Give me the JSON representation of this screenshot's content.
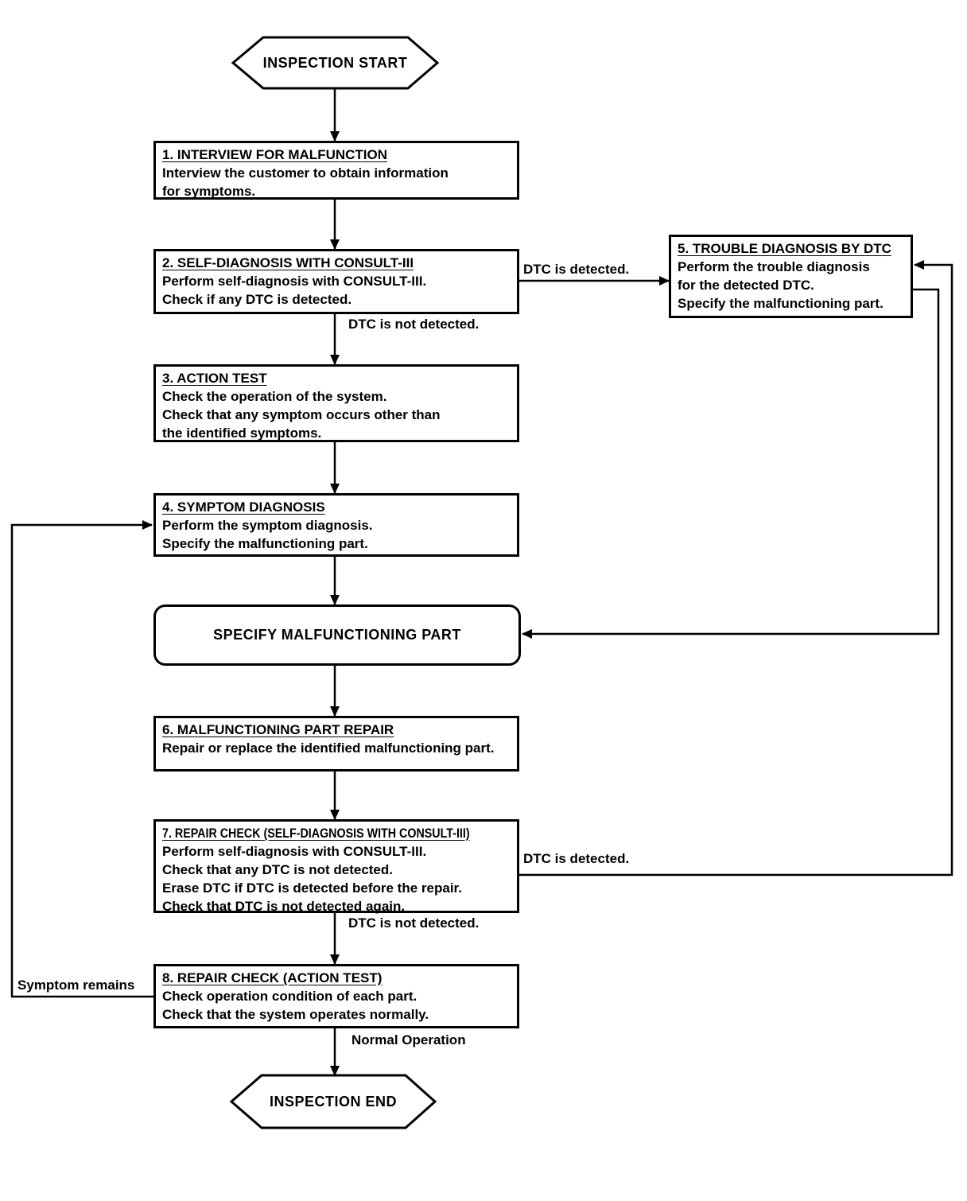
{
  "diagram": {
    "terminators": {
      "start": "INSPECTION START",
      "end": "INSPECTION END"
    },
    "process": {
      "specify": "SPECIFY MALFUNCTIONING PART"
    },
    "steps": [
      {
        "title": "1. INTERVIEW FOR MALFUNCTION",
        "body": "Interview the customer to obtain information\nfor symptoms."
      },
      {
        "title": "2. SELF-DIAGNOSIS WITH CONSULT-III",
        "body": "Perform self-diagnosis with CONSULT-III.\nCheck if any DTC is detected."
      },
      {
        "title": "3. ACTION TEST",
        "body": "Check the operation of the system.\nCheck that any symptom occurs other than\nthe identified symptoms."
      },
      {
        "title": "4. SYMPTOM DIAGNOSIS",
        "body": "Perform the symptom diagnosis.\nSpecify the malfunctioning part."
      },
      {
        "title": "5. TROUBLE DIAGNOSIS BY DTC",
        "body": "Perform the trouble diagnosis\nfor the detected DTC.\nSpecify the malfunctioning part."
      },
      {
        "title": "6. MALFUNCTIONING PART REPAIR",
        "body": "Repair or replace the identified malfunctioning part."
      },
      {
        "title": "7. REPAIR CHECK (SELF-DIAGNOSIS WITH CONSULT-III)",
        "body": "Perform self-diagnosis with CONSULT-III.\nCheck that any DTC is not detected.\nErase DTC if DTC is detected before the repair.\nCheck that DTC is not detected again."
      },
      {
        "title": "8. REPAIR CHECK (ACTION TEST)",
        "body": "Check operation condition of each part.\nCheck that the system operates normally."
      }
    ],
    "edge_labels": {
      "dtc_detected_top": "DTC is detected.",
      "dtc_not_detected_top": "DTC is not detected.",
      "dtc_detected_bottom": "DTC is detected.",
      "dtc_not_detected_bottom": "DTC is not detected.",
      "symptom_remains": "Symptom remains",
      "normal_operation": "Normal Operation"
    },
    "colors": {
      "line": "#000000",
      "background": "#ffffff"
    }
  }
}
